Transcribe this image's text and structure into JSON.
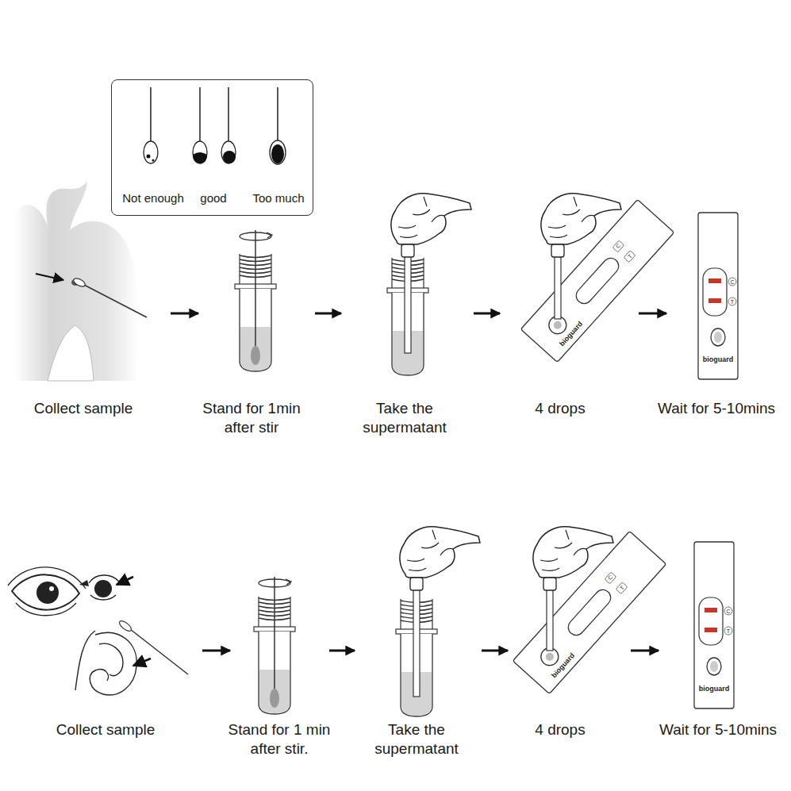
{
  "diagram": {
    "nodes": [
      {
        "text": [
          "Not enough",
          "good",
          "Too much"
        ]
      },
      {
        "text": [
          "Collect sample"
        ]
      },
      {
        "text": [
          "Stand for 1min after stir"
        ]
      },
      {
        "text": [
          "Take the supermatant"
        ]
      },
      {
        "text": [
          "4 drops"
        ]
      },
      {
        "text": [
          "Wait for 5-10mins"
        ]
      },
      {
        "text": [
          "Collect sample"
        ]
      },
      {
        "text": [
          "Stand for 1 min after stir."
        ]
      },
      {
        "text": [
          "Take the supermatant"
        ]
      },
      {
        "text": [
          "4 drops"
        ]
      },
      {
        "text": [
          "Wait for 5-10mins"
        ]
      }
    ],
    "edges": [
      {
        "from": 1,
        "to": 2,
        "arrow": "to"
      },
      {
        "from": 2,
        "to": 3,
        "arrow": "to"
      },
      {
        "from": 3,
        "to": 4,
        "arrow": "to"
      },
      {
        "from": 4,
        "to": 5,
        "arrow": "to"
      },
      {
        "from": 6,
        "to": 7,
        "arrow": "to"
      },
      {
        "from": 7,
        "to": 8,
        "arrow": "to"
      },
      {
        "from": 8,
        "to": 9,
        "arrow": "to"
      },
      {
        "from": 9,
        "to": 10,
        "arrow": "to"
      }
    ],
    "labels": [
      "bioguard",
      "C",
      "T",
      "C",
      "T",
      "bioguard",
      "bioguard",
      "C",
      "T",
      "C",
      "T",
      "bioguard"
    ]
  }
}
